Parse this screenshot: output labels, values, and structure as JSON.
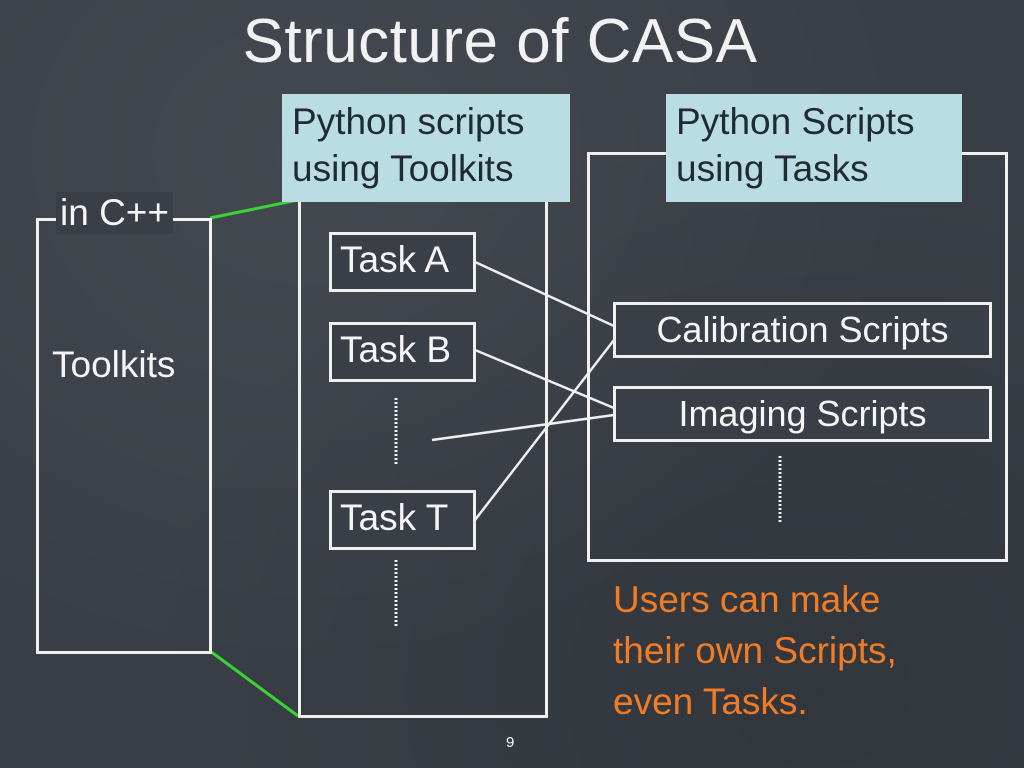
{
  "title": "Structure of CASA",
  "cpp_column": {
    "label_top": "in C++",
    "label_mid": "Toolkits"
  },
  "python_toolkit_box": {
    "line1": "Python scripts",
    "line2": "using Toolkits"
  },
  "python_tasks_box": {
    "line1": "Python Scripts",
    "line2": "using Tasks"
  },
  "tasks": [
    "Task A",
    "Task B",
    "Task T"
  ],
  "scripts": [
    "Calibration Scripts",
    "Imaging Scripts"
  ],
  "users_note": {
    "line1": "Users can make",
    "line2": "their own Scripts,",
    "line3": "even Tasks."
  },
  "page_number": "9",
  "colors": {
    "background": "#3a3f47",
    "callout_fill": "#b9dde3",
    "connector_green": "#39d435",
    "note_orange": "#f27c25"
  }
}
